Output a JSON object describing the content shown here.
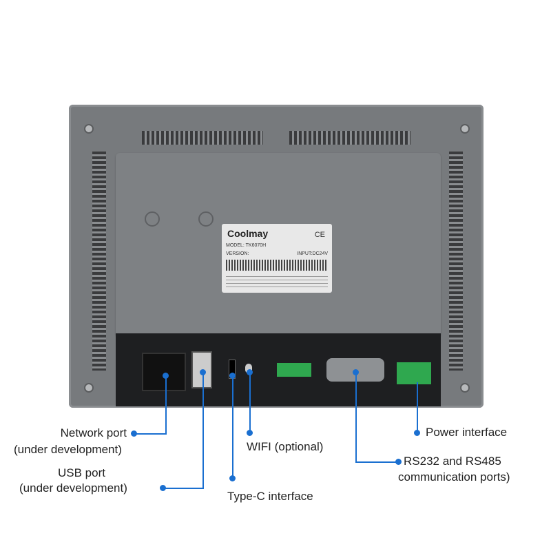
{
  "device_label": {
    "brand": "Coolmay",
    "model": "MODEL: TK6070H",
    "version": "VERSION:",
    "input": "INPUT:DC24V",
    "ce": "CE"
  },
  "callouts": {
    "network": [
      "Network port",
      "(under development)"
    ],
    "usb": [
      "USB port",
      "(under development)"
    ],
    "wifi": "WIFI (optional)",
    "typec": "Type-C interface",
    "rs": [
      "RS232 and RS485",
      "communication ports)"
    ],
    "power": "Power interface"
  },
  "colors": {
    "callout": "#1a6fd0",
    "terminal": "#2fa84f"
  }
}
